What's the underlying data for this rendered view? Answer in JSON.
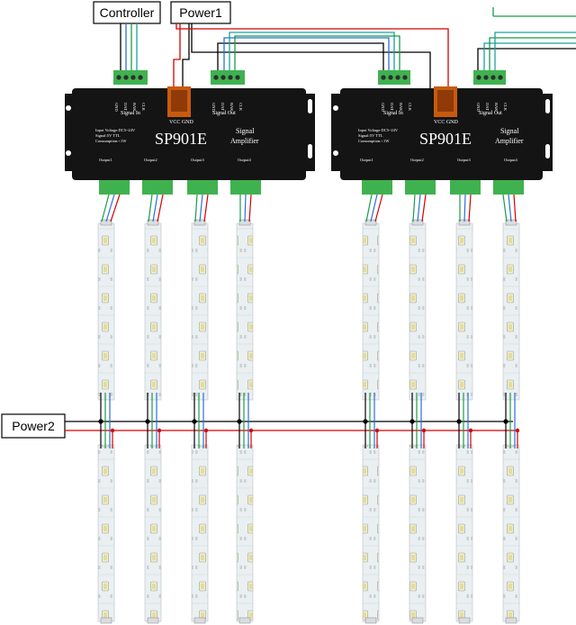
{
  "labels": {
    "controller": "Controller",
    "power1": "Power1",
    "power2": "Power2"
  },
  "amplifier": {
    "model": "SP901E",
    "function_line1": "Signal",
    "function_line2": "Amplifier",
    "signal_in": "Signal In",
    "signal_out": "Signal Out",
    "vcc_gnd": "VCC GND",
    "spec_voltage": "Input Voltage:DC5~24V",
    "spec_signal": "Signal:5V TTL",
    "spec_consumption": "Consumption:<1W",
    "outputs": [
      "Output1",
      "Output2",
      "Output3",
      "Output4"
    ],
    "pins_in": [
      "GND",
      "DAT",
      "BAK",
      "CLK"
    ],
    "pins_out": [
      "GND",
      "DAT",
      "BAK",
      "CLK"
    ]
  },
  "colors": {
    "wire_red": "#d40000",
    "wire_green": "#1a9a4a",
    "wire_blue": "#2a6fd6",
    "wire_black": "#000000",
    "wire_teal": "#1aa0a0",
    "case": "#151515",
    "terminal": "#3fb24f",
    "strip": "#e9eef1",
    "led": "#f3efc0"
  },
  "icons": [
    "terminal-block-icon",
    "led-chip-icon",
    "junction-dot-icon",
    "mounting-hole-icon"
  ]
}
